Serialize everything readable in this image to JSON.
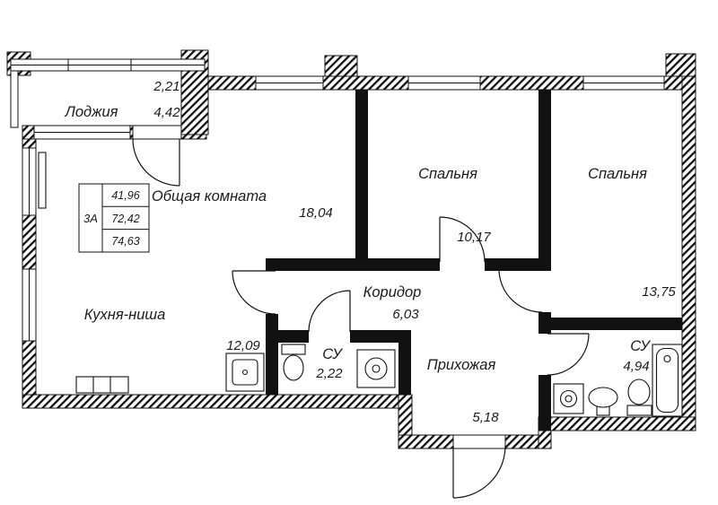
{
  "floorplan": {
    "rooms": [
      {
        "id": "loggia",
        "name": "Лоджия",
        "area": "4,42",
        "area_half": "2,21"
      },
      {
        "id": "living",
        "name": "Общая комната",
        "area": "18,04"
      },
      {
        "id": "bedroom1",
        "name": "Спальня",
        "area": "10,17"
      },
      {
        "id": "bedroom2",
        "name": "Спальня",
        "area": "13,75"
      },
      {
        "id": "kitchen",
        "name": "Кухня-ниша",
        "area": "12,09"
      },
      {
        "id": "corridor",
        "name": "Коридор",
        "area": "6,03"
      },
      {
        "id": "bath1",
        "name": "СУ",
        "area": "2,22"
      },
      {
        "id": "hall",
        "name": "Прихожая",
        "area": "5,18"
      },
      {
        "id": "bath2",
        "name": "СУ",
        "area": "4,94"
      }
    ],
    "info_table": {
      "unit_type": "3А",
      "rows": [
        "41,96",
        "72,42",
        "74,63"
      ]
    },
    "colors": {
      "line": "#111111",
      "bg": "#ffffff"
    }
  }
}
